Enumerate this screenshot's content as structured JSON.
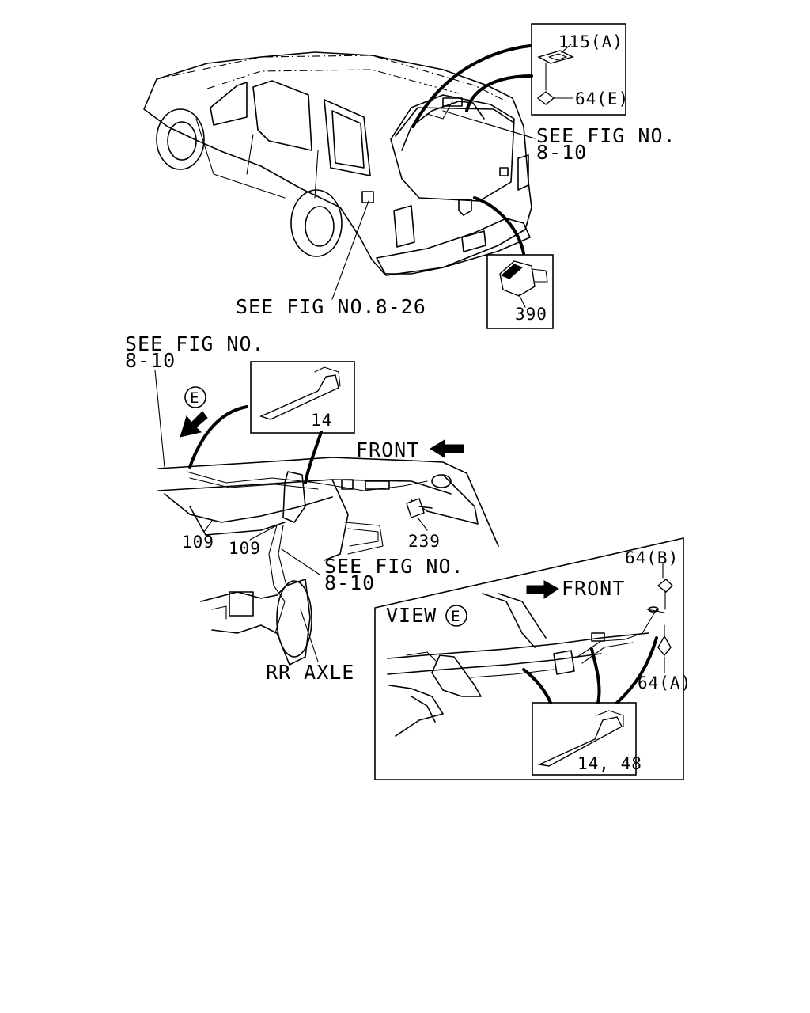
{
  "callouts": {
    "part_115a": "115(A)",
    "part_64e": "64(E)",
    "see_fig_8_10_top_line1": "SEE FIG NO.",
    "see_fig_8_10_top_line2": "8-10",
    "part_390": "390",
    "see_fig_8_26": "SEE FIG NO.8-26",
    "see_fig_8_10_left_line1": "SEE FIG NO.",
    "see_fig_8_10_left_line2": "8-10",
    "view_marker": "E",
    "part_14": "14",
    "front_upper": "FRONT",
    "part_109_left": "109",
    "part_109_right": "109",
    "part_239": "239",
    "see_fig_8_10_mid_line1": "SEE FIG NO.",
    "see_fig_8_10_mid_line2": "8-10",
    "rr_axle": "RR AXLE",
    "part_64b": "64(B)",
    "front_view": "FRONT",
    "view_label": "VIEW",
    "view_label_marker": "E",
    "part_64a": "64(A)",
    "part_14_48": "14, 48"
  },
  "icons": {
    "front_arrow_upper": "arrow-left-icon",
    "front_arrow_view": "arrow-right-icon",
    "view_direction_arrow": "arrow-down-left-icon"
  }
}
